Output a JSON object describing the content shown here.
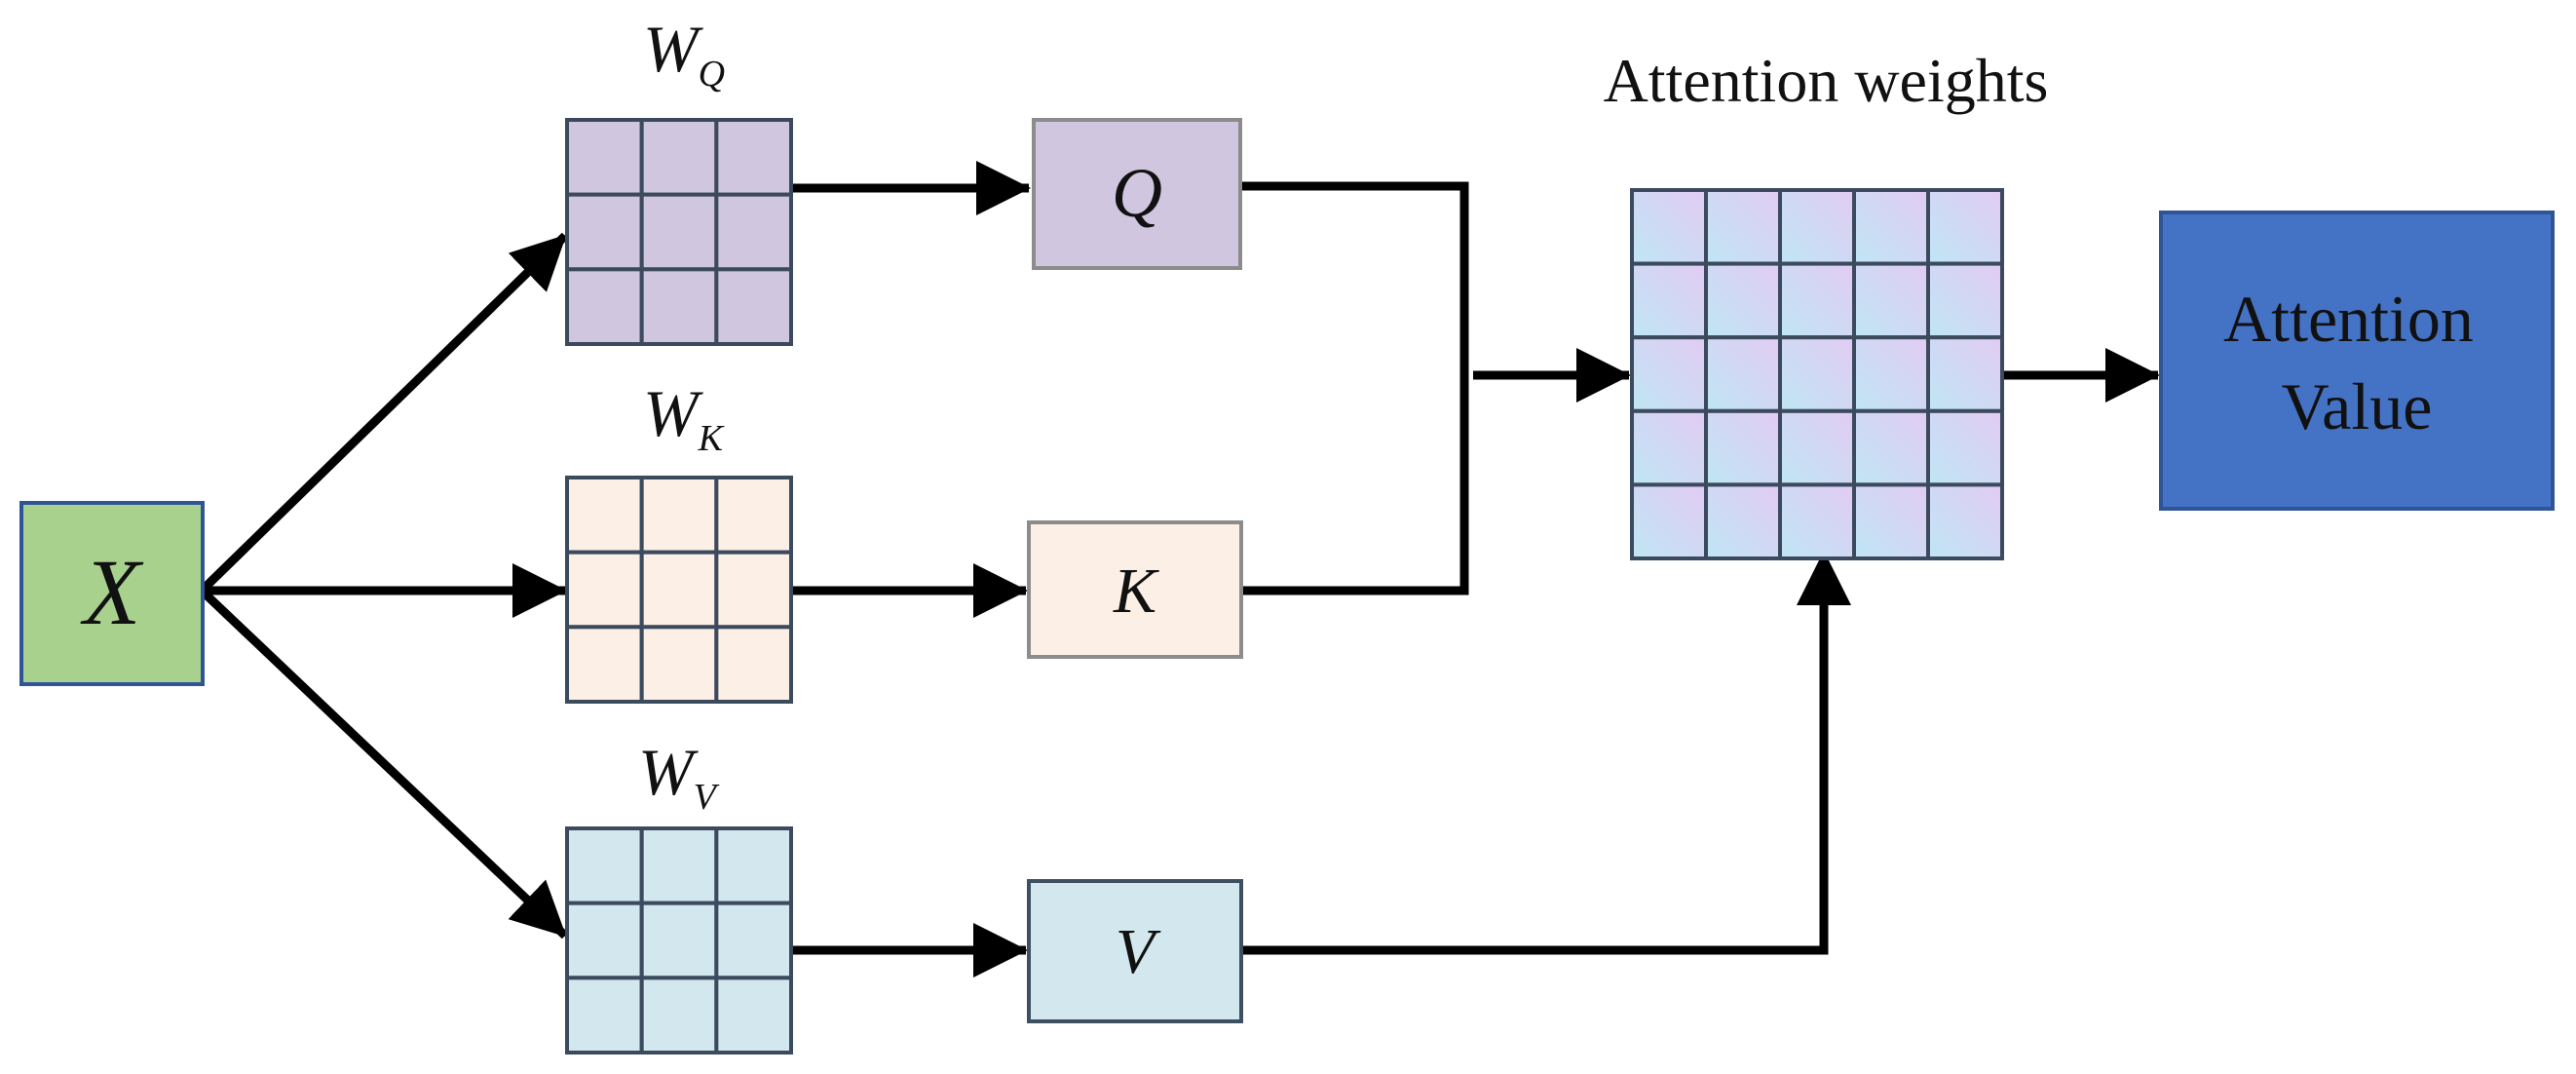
{
  "nodes": {
    "x": {
      "symbol": "X",
      "fill": "#a9d18e",
      "stroke": "#2f5597"
    },
    "q": {
      "symbol": "Q",
      "fill": "#d0c6e0",
      "stroke": "#8c8c8c"
    },
    "k": {
      "symbol": "K",
      "fill": "#fcefe6",
      "stroke": "#8c8c8c"
    },
    "v": {
      "symbol": "V",
      "fill": "#d3e8ee",
      "stroke": "#3f4f5f"
    },
    "output": {
      "line1": "Attention",
      "line2": "Value",
      "fill": "#4472c4",
      "stroke": "#2f5597"
    }
  },
  "matrices": {
    "wq": {
      "symbol": "W",
      "subscript": "Q",
      "fill": "#d0c6e0",
      "stroke": "#3c4a5e",
      "rows": 3,
      "cols": 3
    },
    "wk": {
      "symbol": "W",
      "subscript": "K",
      "fill": "#fcefe6",
      "stroke": "#3c4a5e",
      "rows": 3,
      "cols": 3
    },
    "wv": {
      "symbol": "W",
      "subscript": "V",
      "fill": "#d3e8ee",
      "stroke": "#3c4a5e",
      "rows": 3,
      "cols": 3
    },
    "attention": {
      "title": "Attention weights",
      "gradient_from": "#bfe6f4",
      "gradient_to": "#e2cbf3",
      "stroke": "#4a5563",
      "rows": 5,
      "cols": 5
    }
  },
  "edges": [
    {
      "from": "x",
      "to": "wq"
    },
    {
      "from": "x",
      "to": "wk"
    },
    {
      "from": "x",
      "to": "wv"
    },
    {
      "from": "wq",
      "to": "q"
    },
    {
      "from": "wk",
      "to": "k"
    },
    {
      "from": "wv",
      "to": "v"
    },
    {
      "from": "q",
      "to": "attention"
    },
    {
      "from": "k",
      "to": "attention"
    },
    {
      "from": "v",
      "to": "attention"
    },
    {
      "from": "attention",
      "to": "output"
    }
  ],
  "colors": {
    "arrow": "#000000",
    "text": "#111111",
    "output_text": "#111111"
  }
}
